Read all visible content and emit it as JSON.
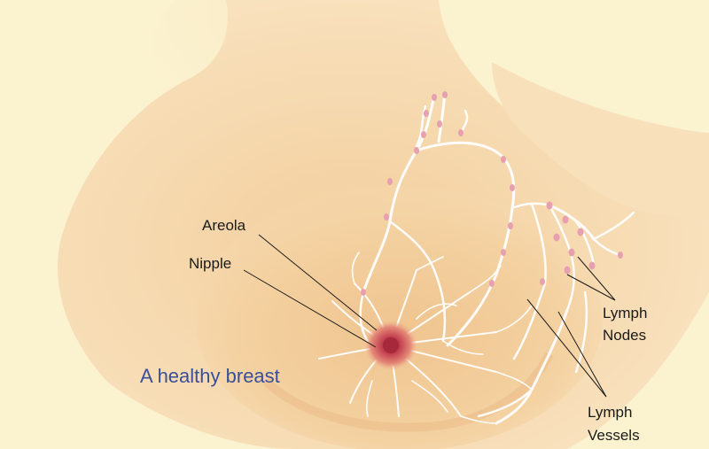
{
  "labels": {
    "areola": "Areola",
    "nipple": "Nipple",
    "lymph_nodes_line1": "Lymph",
    "lymph_nodes_line2": "Nodes",
    "lymph_vessels_line1": "Lymph",
    "lymph_vessels_line2": "Vessels"
  },
  "caption": "A healthy breast",
  "colors": {
    "background": "#fbf2cf",
    "skin": "#f6d8ae",
    "skin_shadow": "#eec291",
    "lymph": "#ffffff",
    "node": "#e7a0b0",
    "nipple": "#b4344a",
    "caption": "#3a4f9a",
    "leader_line": "#1a1a1a"
  }
}
